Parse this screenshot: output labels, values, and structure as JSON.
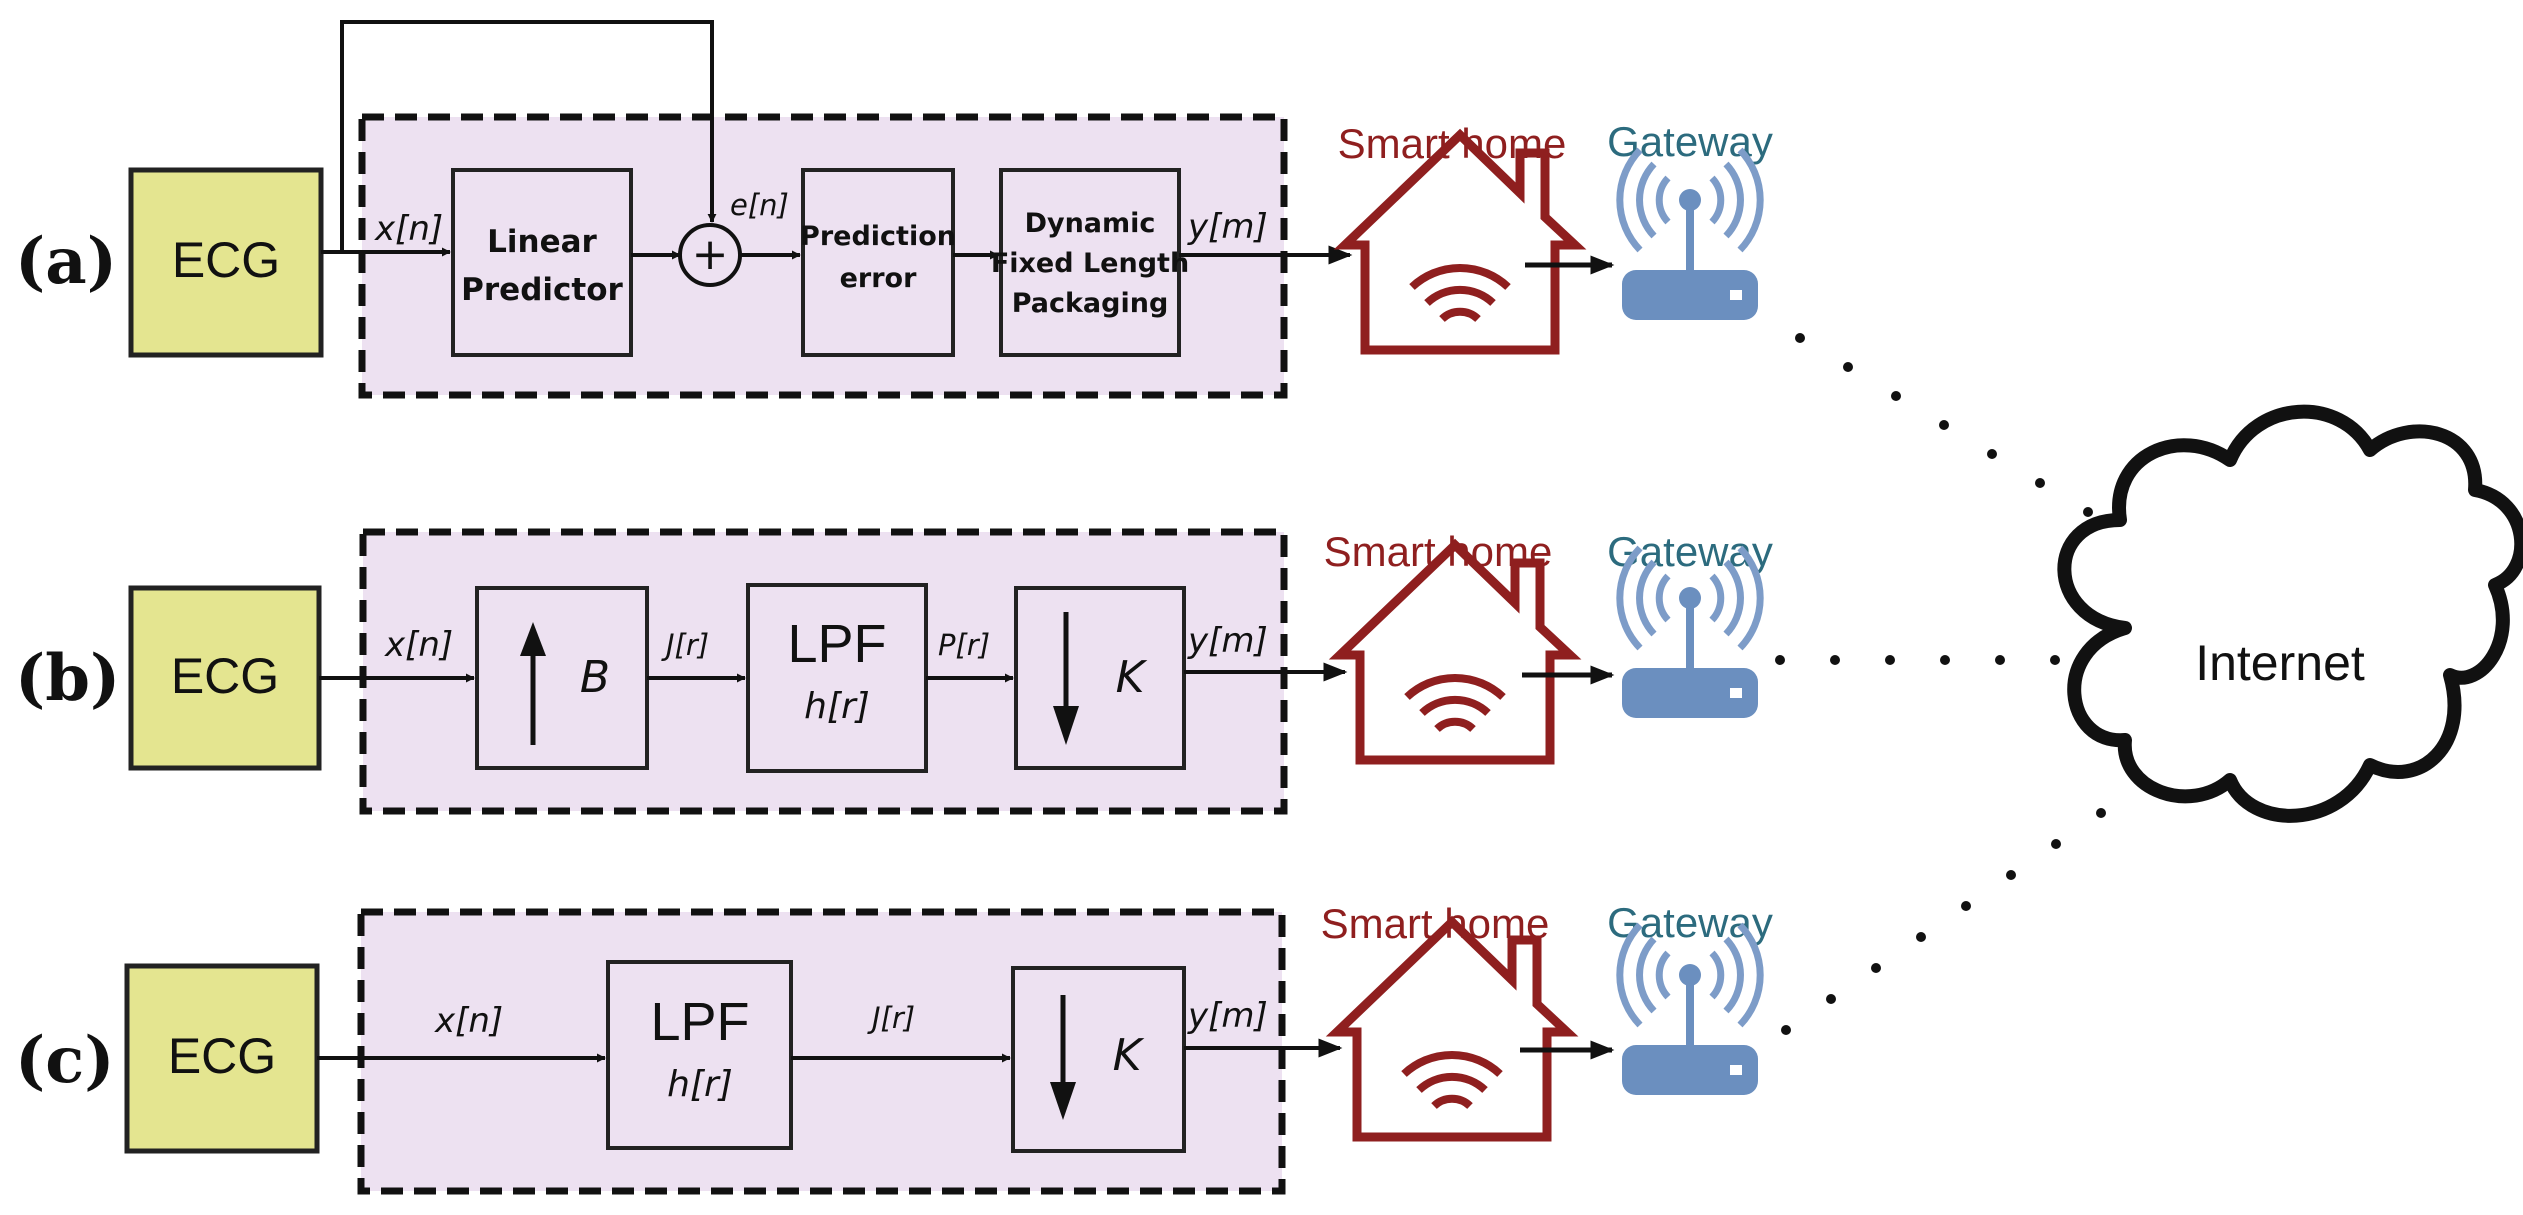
{
  "panels": [
    {
      "label": "(a)",
      "ecg": "ECG",
      "blocks": {
        "predictor": [
          "Linear",
          "Predictor"
        ],
        "error": [
          "Prediction",
          "error"
        ],
        "packaging": [
          "Dynamic",
          "Fixed Length",
          "Packaging"
        ]
      },
      "signals": {
        "input": "x[n]",
        "error": "e[n]",
        "output": "y[m]"
      },
      "sum_symbol": "+",
      "smart_home": "Smart home",
      "gateway": "Gateway"
    },
    {
      "label": "(b)",
      "ecg": "ECG",
      "blocks": {
        "upsample_var": "B",
        "lpf": "LPF",
        "lpf_sub": "h[r]",
        "downsample_var": "K"
      },
      "signals": {
        "input": "x[n]",
        "after_up": "J[r]",
        "after_lpf": "P[r]",
        "output": "y[m]"
      },
      "smart_home": "Smart home",
      "gateway": "Gateway"
    },
    {
      "label": "(c)",
      "ecg": "ECG",
      "blocks": {
        "lpf": "LPF",
        "lpf_sub": "h[r]",
        "downsample_var": "K"
      },
      "signals": {
        "input": "x[n]",
        "after_lpf": "J[r]",
        "output": "y[m]"
      },
      "smart_home": "Smart home",
      "gateway": "Gateway"
    }
  ],
  "cloud": {
    "label": "Internet"
  },
  "colors": {
    "ecg_fill": "#e4e590",
    "panel_fill": "#ede1f1",
    "home": "#8f1f1f",
    "gateway_label": "#2c6b7e",
    "router_body": "#6b8fbf",
    "router_waves": "#7d9cc8"
  },
  "icons": [
    "smart-home-icon",
    "router-icon",
    "cloud-icon",
    "up-arrow-icon",
    "down-arrow-icon",
    "summing-junction-icon"
  ]
}
